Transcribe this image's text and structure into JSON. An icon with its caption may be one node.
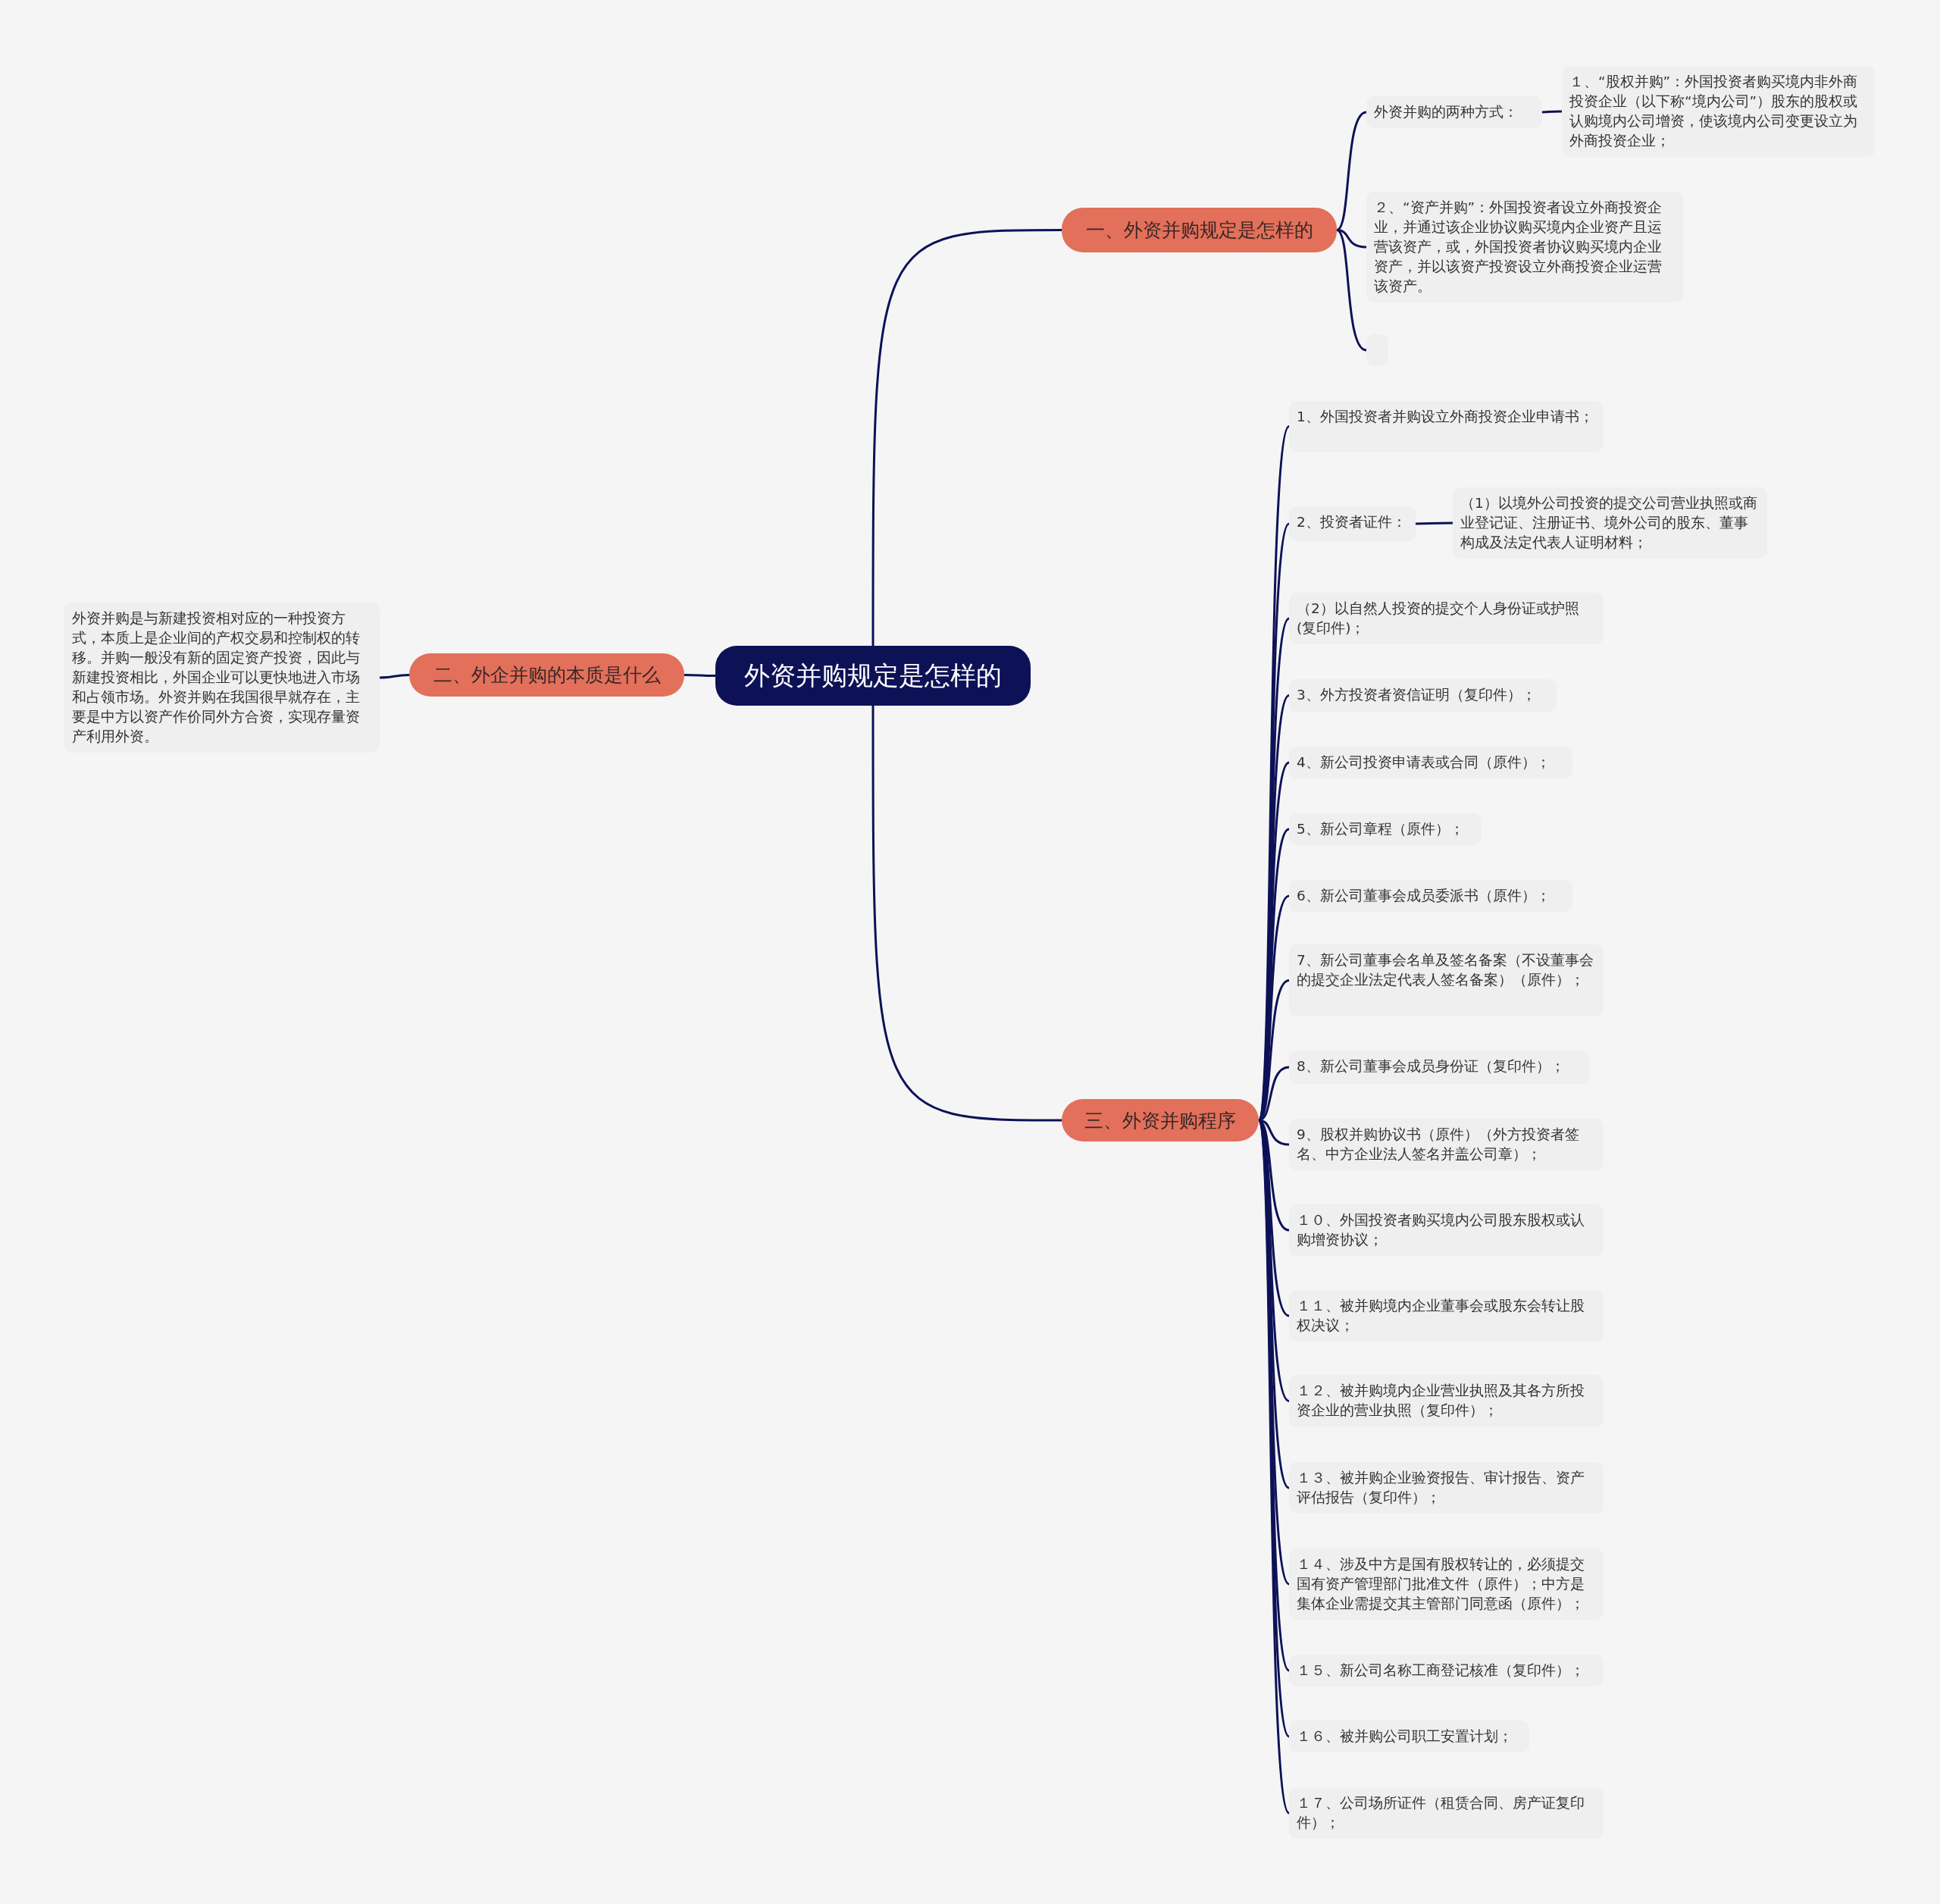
{
  "diagram": {
    "nodes": [
      {
        "text": [
          "外资并购规定是怎样的"
        ]
      },
      {
        "text": [
          "一、外资并购规定是怎样的"
        ]
      },
      {
        "text": [
          "外资并购的两种方式："
        ]
      },
      {
        "text": [
          "１、“股权并购”：外国投资者购买境内非外商投资企业（以下称“境内公司”）股东的股权或认购境内公司增资，使该境内公司变更设立为外商投资企业；"
        ]
      },
      {
        "text": [
          "２、“资产并购”：外国投资者设立外商投资企业，并通过该企业协议购买境内企业资产且运营该资产，或，外国投资者协议购买境内企业资产，并以该资产投资设立外商投资企业运营该资产。"
        ]
      },
      {
        "text": [],
        "shape": "box"
      },
      {
        "text": [
          "二、外企并购的本质是什么"
        ]
      },
      {
        "text": [
          "外资并购是与新建投资相对应的一种投资方式，本质上是企业间的产权交易和控制权的转移。并购一般没有新的固定资产投资，因此与新建投资相比，外国企业可以更快地进入市场和占领市场。外资并购在我国很早就存在，主要是中方以资产作价同外方合资，实现存量资产利用外资。"
        ]
      },
      {
        "text": [
          "三、外资并购程序"
        ]
      },
      {
        "text": [
          "1、外国投资者并购设立外商投资企业申请书；"
        ]
      },
      {
        "text": [
          "2、投资者证件："
        ]
      },
      {
        "text": [
          "（1）以境外公司投资的提交公司营业执照或商业登记证、注册证书、境外公司的股东、董事构成及法定代表人证明材料；"
        ]
      },
      {
        "text": [
          "（2）以自然人投资的提交个人身份证或护照(复印件)；"
        ]
      },
      {
        "text": [
          "3、外方投资者资信证明（复印件）；"
        ]
      },
      {
        "text": [
          "4、新公司投资申请表或合同（原件）；"
        ]
      },
      {
        "text": [
          "5、新公司章程（原件）；"
        ]
      },
      {
        "text": [
          "6、新公司董事会成员委派书（原件）；"
        ]
      },
      {
        "text": [
          "7、新公司董事会名单及签名备案（不设董事会的提交企业法定代表人签名备案）（原件）；"
        ]
      },
      {
        "text": [
          "8、新公司董事会成员身份证（复印件）；"
        ]
      },
      {
        "text": [
          "9、股权并购协议书（原件）（外方投资者签名、中方企业法人签名并盖公司章）；"
        ]
      },
      {
        "text": [
          "１０、外国投资者购买境内公司股东股权或认购增资协议；"
        ]
      },
      {
        "text": [
          "１１、被并购境内企业董事会或股东会转让股权决议；"
        ]
      },
      {
        "text": [
          "１２、被并购境内企业营业执照及其各方所投资企业的营业执照（复印件）；"
        ]
      },
      {
        "text": [
          "１３、被并购企业验资报告、审计报告、资产评估报告（复印件）；"
        ]
      },
      {
        "text": [
          "１４、涉及中方是国有股权转让的，必须提交国有资产管理部门批准文件（原件）；中方是集体企业需提交其主管部门同意函（原件）；"
        ]
      },
      {
        "text": [
          "１５、新公司名称工商登记核准（复印件）；"
        ]
      },
      {
        "text": [
          "１６、被并购公司职工安置计划；"
        ]
      },
      {
        "text": [
          "１７、公司场所证件（租赁合同、房产证复印件）；"
        ]
      }
    ],
    "edges": [
      {
        "from": 0,
        "to": 1,
        "arrow": "none"
      },
      {
        "from": 1,
        "to": 2,
        "arrow": "none"
      },
      {
        "from": 2,
        "to": 3,
        "arrow": "none"
      },
      {
        "from": 1,
        "to": 4,
        "arrow": "none"
      },
      {
        "from": 1,
        "to": 5,
        "arrow": "none"
      },
      {
        "from": 0,
        "to": 6,
        "arrow": "none"
      },
      {
        "from": 6,
        "to": 7,
        "arrow": "none"
      },
      {
        "from": 0,
        "to": 8,
        "arrow": "none"
      },
      {
        "from": 8,
        "to": 9,
        "arrow": "none"
      },
      {
        "from": 8,
        "to": 10,
        "arrow": "none"
      },
      {
        "from": 10,
        "to": 11,
        "arrow": "none"
      },
      {
        "from": 8,
        "to": 12,
        "arrow": "none"
      },
      {
        "from": 8,
        "to": 13,
        "arrow": "none"
      },
      {
        "from": 8,
        "to": 14,
        "arrow": "none"
      },
      {
        "from": 8,
        "to": 15,
        "arrow": "none"
      },
      {
        "from": 8,
        "to": 16,
        "arrow": "none"
      },
      {
        "from": 8,
        "to": 17,
        "arrow": "none"
      },
      {
        "from": 8,
        "to": 18,
        "arrow": "none"
      },
      {
        "from": 8,
        "to": 19,
        "arrow": "none"
      },
      {
        "from": 8,
        "to": 20,
        "arrow": "none"
      },
      {
        "from": 8,
        "to": 21,
        "arrow": "none"
      },
      {
        "from": 8,
        "to": 22,
        "arrow": "none"
      },
      {
        "from": 8,
        "to": 23,
        "arrow": "none"
      },
      {
        "from": 8,
        "to": 24,
        "arrow": "none"
      },
      {
        "from": 8,
        "to": 25,
        "arrow": "none"
      },
      {
        "from": 8,
        "to": 26,
        "arrow": "none"
      },
      {
        "from": 8,
        "to": 27,
        "arrow": "none"
      }
    ]
  }
}
